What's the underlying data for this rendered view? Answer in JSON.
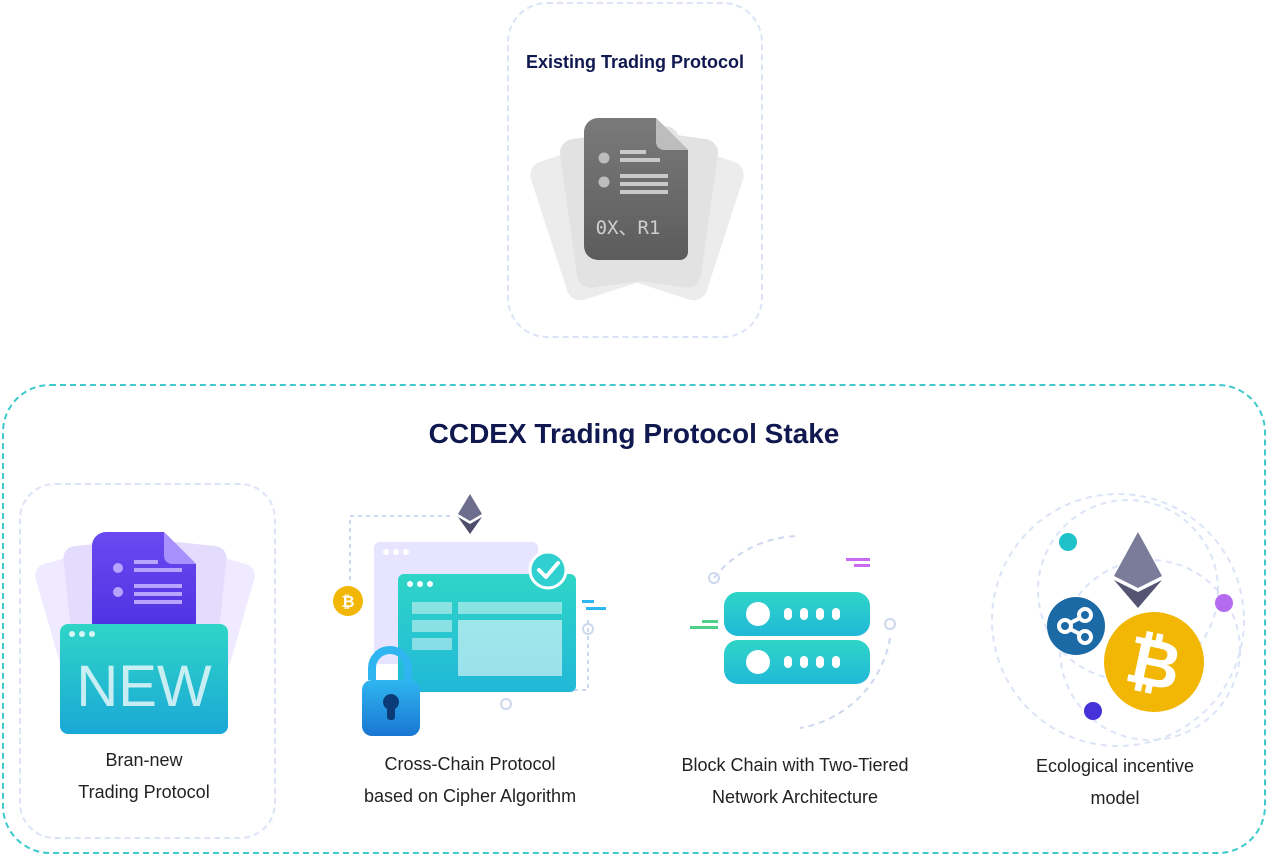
{
  "existing": {
    "title": "Existing Trading Protocol",
    "doc_label": "0X、R1"
  },
  "stake": {
    "title": "CCDEX Trading Protocol Stake",
    "items": [
      {
        "line1": "Bran-new",
        "line2": "Trading Protocol",
        "badge": "NEW"
      },
      {
        "line1": "Cross-Chain Protocol",
        "line2": "based on Cipher Algorithm"
      },
      {
        "line1": "Block Chain with Two-Tiered",
        "line2": "Network Architecture"
      },
      {
        "line1": "Ecological incentive",
        "line2": "model"
      }
    ]
  },
  "colors": {
    "teal": "#2fd0cf",
    "navy": "#101850",
    "purple": "#6a3df0",
    "bitcoin": "#f2b705",
    "ripple": "#1b6aa5",
    "dashed_border": "#dbe4f7"
  }
}
